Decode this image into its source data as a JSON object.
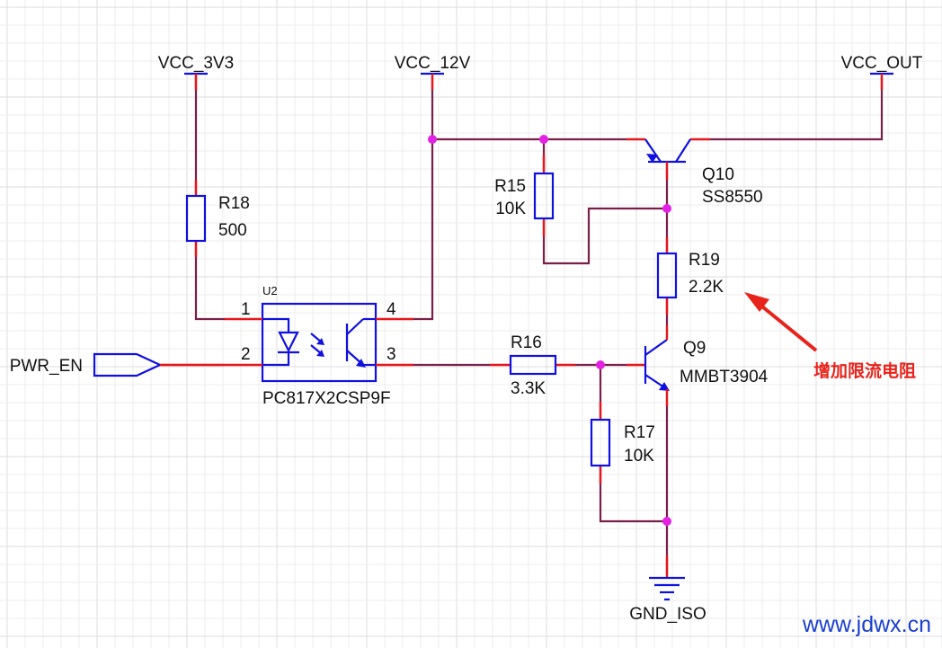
{
  "power_labels": {
    "vcc_3v3": "VCC_3V3",
    "vcc_12v": "VCC_12V",
    "vcc_out": "VCC_OUT",
    "gnd_iso": "GND_ISO"
  },
  "port": {
    "pwr_en": "PWR_EN"
  },
  "components": {
    "r18": {
      "ref": "R18",
      "value": "500"
    },
    "r15": {
      "ref": "R15",
      "value": "10K"
    },
    "r19": {
      "ref": "R19",
      "value": "2.2K"
    },
    "r16": {
      "ref": "R16",
      "value": "3.3K"
    },
    "r17": {
      "ref": "R17",
      "value": "10K"
    },
    "q10": {
      "ref": "Q10",
      "value": "SS8550"
    },
    "q9": {
      "ref": "Q9",
      "value": "MMBT3904"
    },
    "u2": {
      "ref": "U2",
      "value": "PC817X2CSP9F",
      "pins": {
        "p1": "1",
        "p2": "2",
        "p3": "3",
        "p4": "4"
      }
    }
  },
  "annotation": {
    "text": "增加限流电阻",
    "color": "#e8231b"
  },
  "watermark": "www.jdwx.cn",
  "colors": {
    "wire": "#7a1f4a",
    "pin": "#e8161b",
    "symbol": "#1010e0",
    "junction": "#e520e5",
    "annotation": "#e8231b",
    "watermark": "#1a3fcf"
  }
}
